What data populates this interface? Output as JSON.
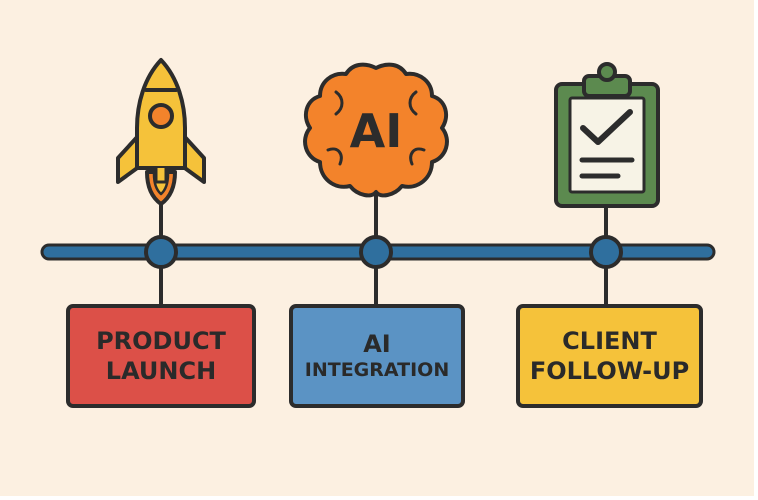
{
  "colors": {
    "background": "#fcf0e1",
    "timeline": "#2f6f9e",
    "outline": "#2c2c2c",
    "launch_box": "#dc5048",
    "ai_box": "#5b93c4",
    "followup_box": "#f5c23a",
    "rocket": "#f5c23a",
    "flame": "#f3832b",
    "brain": "#f3832b",
    "clipboard_frame": "#5c8a4f",
    "clipboard_paper": "#f7f3e6"
  },
  "icons": {
    "launch": "rocket-icon",
    "ai": "brain-icon",
    "followup": "clipboard-check-icon"
  },
  "milestones": [
    {
      "id": "launch",
      "line1": "PRODUCT",
      "line2": "LAUNCH"
    },
    {
      "id": "ai",
      "line1": "AI",
      "line2": "INTEGRATION",
      "icon_text": "AI"
    },
    {
      "id": "followup",
      "line1": "CLIENT",
      "line2": "FOLLOW-UP"
    }
  ]
}
